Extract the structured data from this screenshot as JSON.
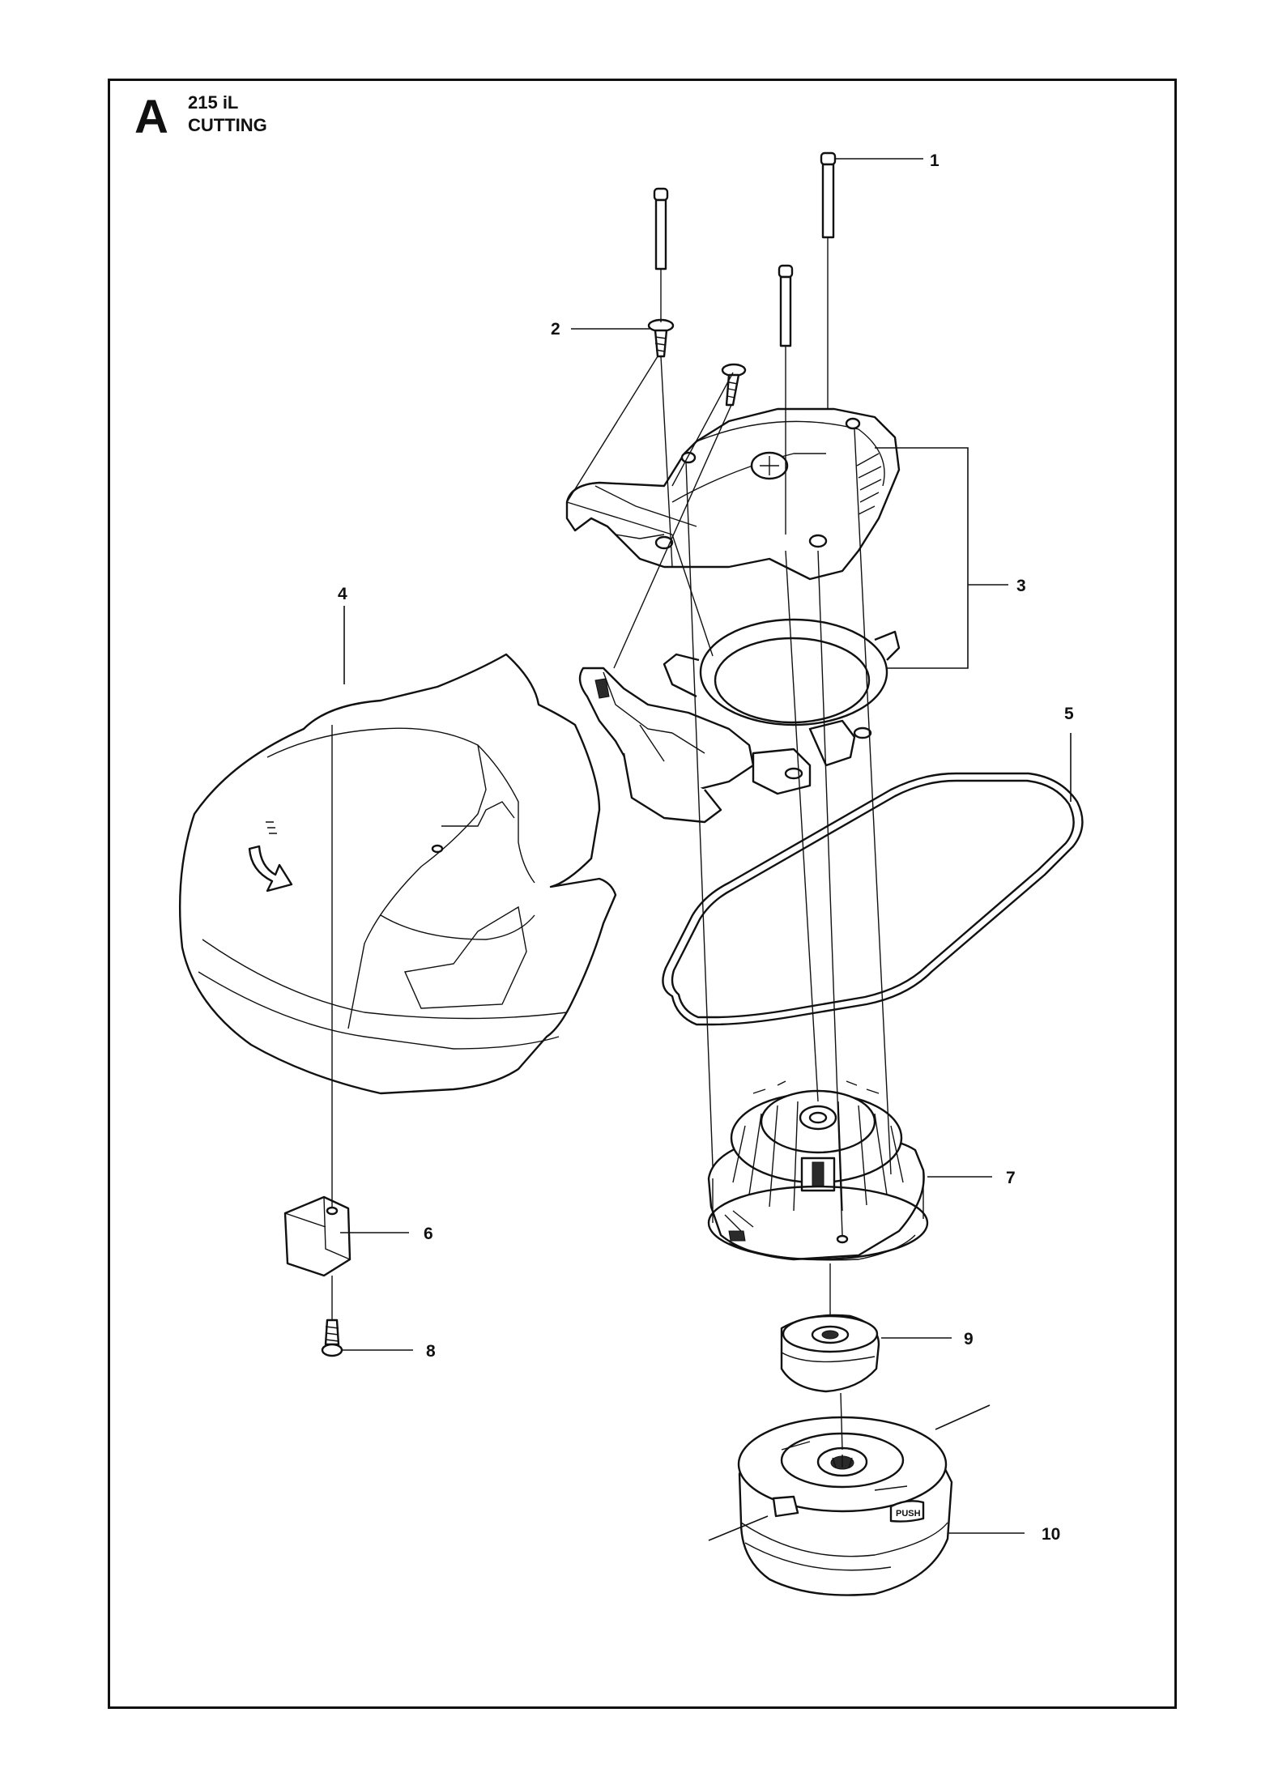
{
  "header": {
    "section_letter": "A",
    "model": "215 iL",
    "title": "CUTTING"
  },
  "callouts": [
    {
      "id": "1",
      "label": "1"
    },
    {
      "id": "2",
      "label": "2"
    },
    {
      "id": "3",
      "label": "3"
    },
    {
      "id": "4",
      "label": "4"
    },
    {
      "id": "5",
      "label": "5"
    },
    {
      "id": "6",
      "label": "6"
    },
    {
      "id": "7",
      "label": "7"
    },
    {
      "id": "8",
      "label": "8"
    },
    {
      "id": "9",
      "label": "9"
    },
    {
      "id": "10",
      "label": "10"
    }
  ],
  "trimmer_head_text": "PUSH",
  "colors": {
    "ink": "#111111",
    "paper": "#ffffff"
  }
}
